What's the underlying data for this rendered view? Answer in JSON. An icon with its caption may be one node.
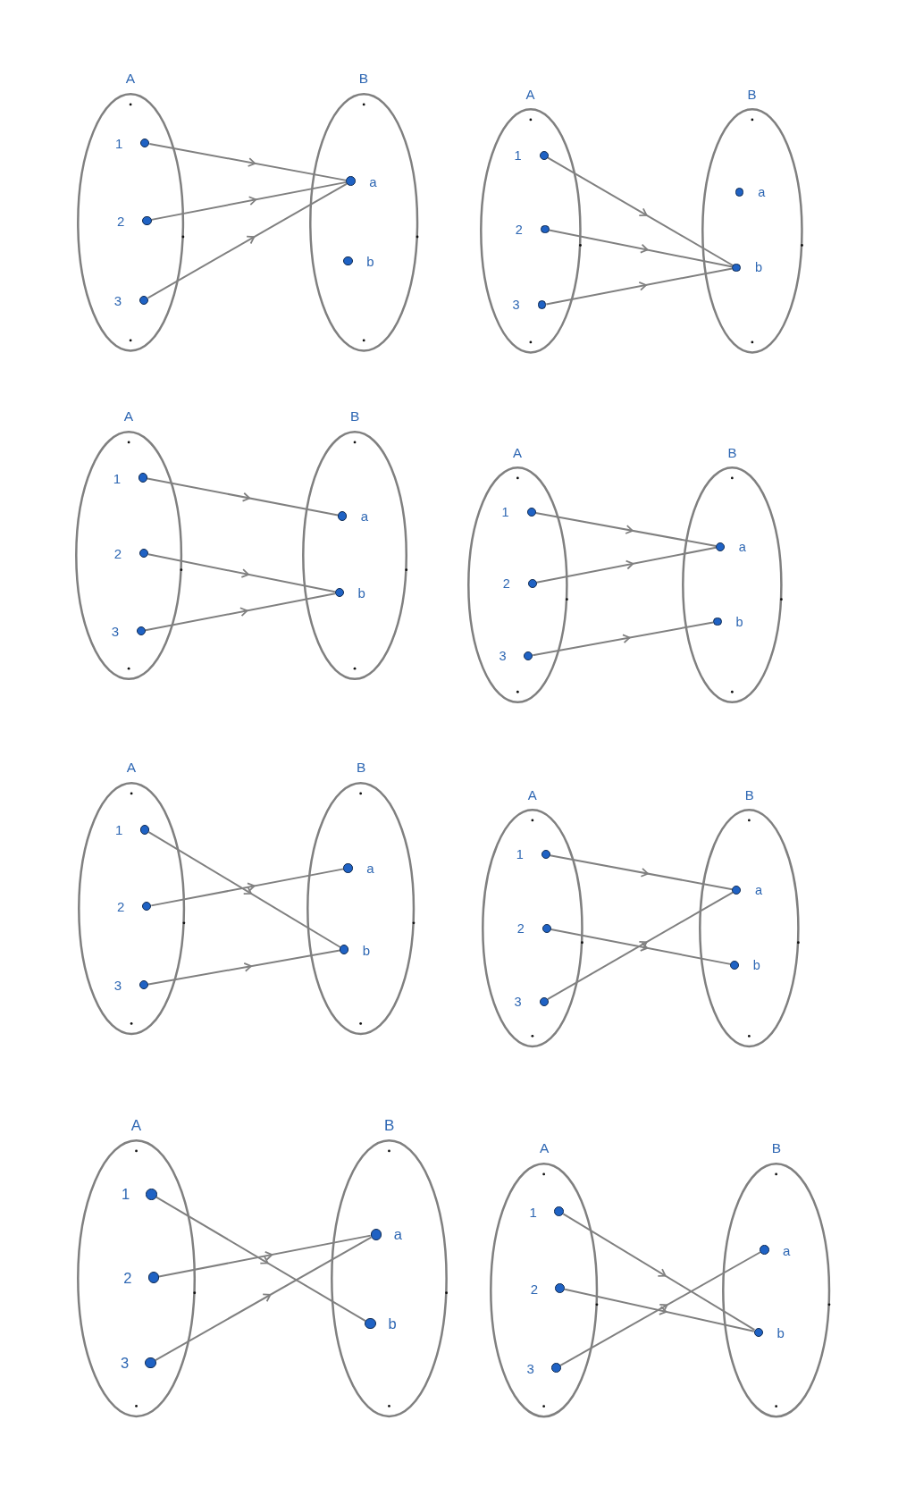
{
  "diagram": {
    "nodes": [
      {
        "text": [
          "A"
        ]
      },
      {
        "text": [],
        "shape": "circle",
        "beside": [
          "1"
        ],
        "in": 0
      },
      {
        "text": [],
        "shape": "circle",
        "beside": [
          "2"
        ],
        "in": 0
      },
      {
        "text": [],
        "shape": "circle",
        "beside": [
          "3"
        ],
        "in": 0
      },
      {
        "text": [
          "B"
        ]
      },
      {
        "text": [],
        "shape": "circle",
        "beside": [
          "a"
        ],
        "in": 4
      },
      {
        "text": [],
        "shape": "circle",
        "beside": [
          "b"
        ],
        "in": 4
      },
      {
        "text": [
          "A"
        ]
      },
      {
        "text": [],
        "shape": "circle",
        "beside": [
          "1"
        ],
        "in": 7
      },
      {
        "text": [],
        "shape": "circle",
        "beside": [
          "2"
        ],
        "in": 7
      },
      {
        "text": [],
        "shape": "circle",
        "beside": [
          "3"
        ],
        "in": 7
      },
      {
        "text": [
          "B"
        ]
      },
      {
        "text": [],
        "shape": "circle",
        "beside": [
          "a"
        ],
        "in": 11
      },
      {
        "text": [],
        "shape": "circle",
        "beside": [
          "b"
        ],
        "in": 11
      },
      {
        "text": [
          "A"
        ]
      },
      {
        "text": [],
        "shape": "circle",
        "beside": [
          "1"
        ],
        "in": 14
      },
      {
        "text": [],
        "shape": "circle",
        "beside": [
          "2"
        ],
        "in": 14
      },
      {
        "text": [],
        "shape": "circle",
        "beside": [
          "3"
        ],
        "in": 14
      },
      {
        "text": [
          "B"
        ]
      },
      {
        "text": [],
        "shape": "circle",
        "beside": [
          "a"
        ],
        "in": 18
      },
      {
        "text": [],
        "shape": "circle",
        "beside": [
          "b"
        ],
        "in": 18
      },
      {
        "text": [
          "A"
        ]
      },
      {
        "text": [],
        "shape": "circle",
        "beside": [
          "1"
        ],
        "in": 21
      },
      {
        "text": [],
        "shape": "circle",
        "beside": [
          "2"
        ],
        "in": 21
      },
      {
        "text": [],
        "shape": "circle",
        "beside": [
          "3"
        ],
        "in": 21
      },
      {
        "text": [
          "B"
        ]
      },
      {
        "text": [],
        "shape": "circle",
        "beside": [
          "a"
        ],
        "in": 25
      },
      {
        "text": [],
        "shape": "circle",
        "beside": [
          "b"
        ],
        "in": 25
      },
      {
        "text": [
          "A"
        ]
      },
      {
        "text": [],
        "shape": "circle",
        "beside": [
          "1"
        ],
        "in": 28
      },
      {
        "text": [],
        "shape": "circle",
        "beside": [
          "2"
        ],
        "in": 28
      },
      {
        "text": [],
        "shape": "circle",
        "beside": [
          "3"
        ],
        "in": 28
      },
      {
        "text": [
          "B"
        ]
      },
      {
        "text": [],
        "shape": "circle",
        "beside": [
          "a"
        ],
        "in": 32
      },
      {
        "text": [],
        "shape": "circle",
        "beside": [
          "b"
        ],
        "in": 32
      },
      {
        "text": [
          "A"
        ]
      },
      {
        "text": [],
        "shape": "circle",
        "beside": [
          "1"
        ],
        "in": 35
      },
      {
        "text": [],
        "shape": "circle",
        "beside": [
          "2"
        ],
        "in": 35
      },
      {
        "text": [],
        "shape": "circle",
        "beside": [
          "3"
        ],
        "in": 35
      },
      {
        "text": [
          "B"
        ]
      },
      {
        "text": [],
        "shape": "circle",
        "beside": [
          "a"
        ],
        "in": 39
      },
      {
        "text": [],
        "shape": "circle",
        "beside": [
          "b"
        ],
        "in": 39
      },
      {
        "text": [
          "A"
        ]
      },
      {
        "text": [],
        "shape": "circle",
        "beside": [
          "1"
        ],
        "in": 42
      },
      {
        "text": [],
        "shape": "circle",
        "beside": [
          "2"
        ],
        "in": 42
      },
      {
        "text": [],
        "shape": "circle",
        "beside": [
          "3"
        ],
        "in": 42
      },
      {
        "text": [
          "B"
        ]
      },
      {
        "text": [],
        "shape": "circle",
        "beside": [
          "a"
        ],
        "in": 46
      },
      {
        "text": [],
        "shape": "circle",
        "beside": [
          "b"
        ],
        "in": 46
      },
      {
        "text": [
          "A"
        ]
      },
      {
        "text": [],
        "shape": "circle",
        "beside": [
          "1"
        ],
        "in": 49
      },
      {
        "text": [],
        "shape": "circle",
        "beside": [
          "2"
        ],
        "in": 49
      },
      {
        "text": [],
        "shape": "circle",
        "beside": [
          "3"
        ],
        "in": 49
      },
      {
        "text": [
          "B"
        ]
      },
      {
        "text": [],
        "shape": "circle",
        "beside": [
          "a"
        ],
        "in": 53
      },
      {
        "text": [],
        "shape": "circle",
        "beside": [
          "b"
        ],
        "in": 53
      }
    ],
    "edges": [
      {
        "from": 1,
        "to": 5,
        "arrow": "to"
      },
      {
        "from": 2,
        "to": 5,
        "arrow": "to"
      },
      {
        "from": 3,
        "to": 5,
        "arrow": "to"
      },
      {
        "from": 8,
        "to": 13,
        "arrow": "to"
      },
      {
        "from": 9,
        "to": 13,
        "arrow": "to"
      },
      {
        "from": 10,
        "to": 13,
        "arrow": "to"
      },
      {
        "from": 15,
        "to": 19,
        "arrow": "to"
      },
      {
        "from": 16,
        "to": 20,
        "arrow": "to"
      },
      {
        "from": 17,
        "to": 20,
        "arrow": "to"
      },
      {
        "from": 22,
        "to": 26,
        "arrow": "to"
      },
      {
        "from": 23,
        "to": 26,
        "arrow": "to"
      },
      {
        "from": 24,
        "to": 27,
        "arrow": "to"
      },
      {
        "from": 29,
        "to": 34,
        "arrow": "to"
      },
      {
        "from": 30,
        "to": 33,
        "arrow": "to"
      },
      {
        "from": 31,
        "to": 34,
        "arrow": "to"
      },
      {
        "from": 36,
        "to": 40,
        "arrow": "to"
      },
      {
        "from": 37,
        "to": 41,
        "arrow": "to"
      },
      {
        "from": 38,
        "to": 40,
        "arrow": "to"
      },
      {
        "from": 43,
        "to": 48,
        "arrow": "to"
      },
      {
        "from": 44,
        "to": 47,
        "arrow": "to"
      },
      {
        "from": 45,
        "to": 47,
        "arrow": "to"
      },
      {
        "from": 50,
        "to": 55,
        "arrow": "to"
      },
      {
        "from": 51,
        "to": 55,
        "arrow": "to"
      },
      {
        "from": 52,
        "to": 54,
        "arrow": "to"
      }
    ]
  }
}
